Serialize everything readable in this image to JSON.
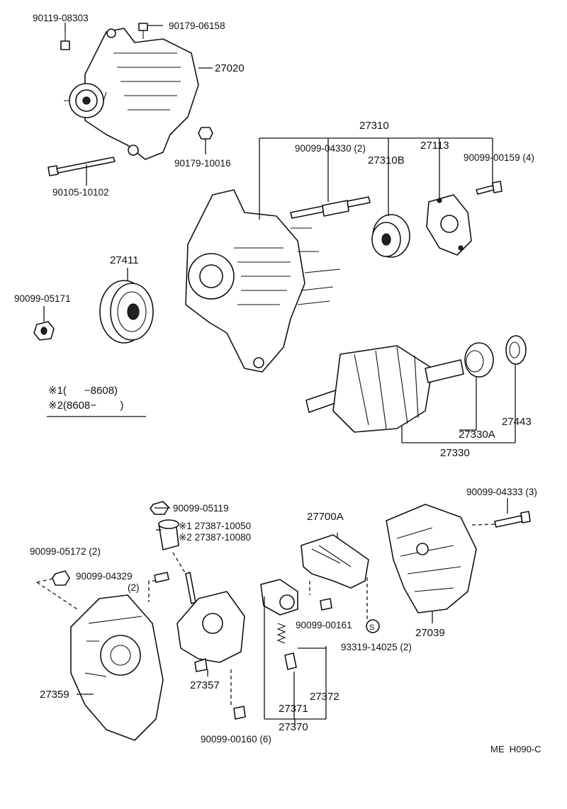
{
  "parts": {
    "p90119_08303": "90119-08303",
    "p90179_06158": "90179-06158",
    "p27020": "27020",
    "p90179_10016": "90179-10016",
    "p90105_10102": "90105-10102",
    "p27310": "27310",
    "p90099_04330": "90099-04330 (2)",
    "p27113": "27113",
    "p27310B": "27310B",
    "p90099_00159": "90099-00159 (4)",
    "p27411": "27411",
    "p90099_05171": "90099-05171",
    "p27443": "27443",
    "p27330A": "27330A",
    "p27330": "27330",
    "p90099_04333": "90099-04333 (3)",
    "p27700A": "27700A",
    "p90099_05119": "90099-05119",
    "p27387_10050": "※1 27387-10050",
    "p27387_10080": "※2 27387-10080",
    "p90099_05172": "90099-05172 (2)",
    "p90099_04329": "90099-04329",
    "p90099_04329_qty": "(2)",
    "p90099_00161": "90099-00161",
    "p93319_14025": "93319-14025 (2)",
    "p27039": "27039",
    "p27359": "27359",
    "p27357": "27357",
    "p27372": "27372",
    "p27371": "27371",
    "p27370": "27370",
    "p90099_00160": "90099-00160 (6)"
  },
  "legend": {
    "line1": "※1(      −8608)",
    "line2": "※2(8608−        )"
  },
  "footer_code": "ME  H090-C"
}
